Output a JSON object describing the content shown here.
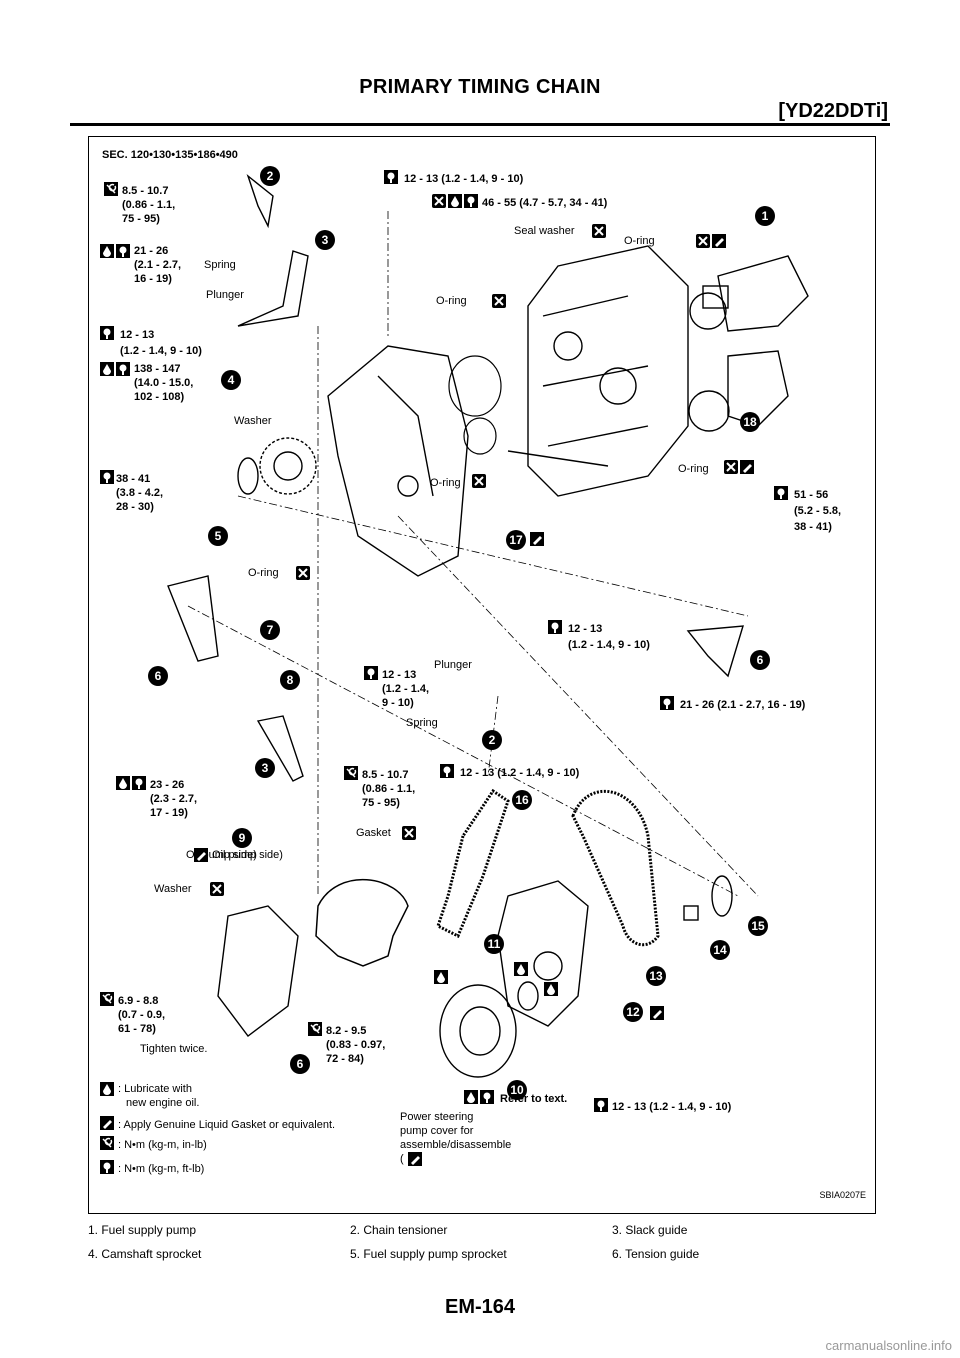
{
  "header": {
    "title": "PRIMARY TIMING CHAIN",
    "subtitle": "[YD22DDTi]"
  },
  "diagram": {
    "section": "SEC. 120•130•135•186•490",
    "code": "SBIA0207E",
    "callouts": [
      "8.5 - 10.7",
      "(0.86 - 1.1,",
      "75 - 95)",
      "21 - 26",
      "(2.1 - 2.7,",
      "16 - 19)",
      "Spring",
      "Plunger",
      "12 - 13",
      "(1.2 - 1.4, 9 - 10)",
      "138 - 147",
      "(14.0 - 15.0,",
      "102 - 108)",
      "Washer",
      "38 - 41",
      "(3.8 - 4.2,",
      "28 - 30)",
      "12 - 13 (1.2 - 1.4, 9 - 10)",
      "46 - 55 (4.7 - 5.7, 34 - 41)",
      "Seal washer",
      "O-ring",
      "51 - 56",
      "(5.2 - 5.8,",
      "38 - 41)",
      "(1.2 - 1.4, 9 - 10)",
      "21 - 26 (2.1 - 2.7, 16 - 19)",
      "(1.2 - 1.4,",
      "9 - 10)",
      "23 - 26",
      "(2.3 - 2.7,",
      "17 - 19)",
      "Gasket",
      "Oil pump side)",
      "6.9 - 8.8",
      "(0.7 - 0.9,",
      "61 - 78)",
      "Tighten twice.",
      "8.2 - 9.5",
      "(0.83 - 0.97,",
      "72 - 84)",
      "Refer to text.",
      "Power steering",
      "pump cover for",
      "assemble/disassemble",
      "(",
      "Oil pump side)"
    ],
    "legend": [
      ": Lubricate with",
      "new engine oil.",
      ": Apply Genuine Liquid Gasket or equivalent.",
      ": N•m (kg-m, in-lb)",
      ": N•m (kg-m, ft-lb)"
    ],
    "part_numbers": [
      "1",
      "2",
      "3",
      "4",
      "5",
      "6",
      "7",
      "8",
      "9",
      "10",
      "11",
      "12",
      "13",
      "14",
      "15",
      "16",
      "17",
      "18"
    ]
  },
  "parts": [
    [
      "1. Fuel supply pump",
      "2. Chain tensioner",
      "3. Slack guide"
    ],
    [
      "4. Camshaft sprocket",
      "5. Fuel supply pump sprocket",
      "6. Tension guide"
    ]
  ],
  "footer": {
    "page": "EM-164",
    "watermark": "carmanualsonline.info"
  }
}
